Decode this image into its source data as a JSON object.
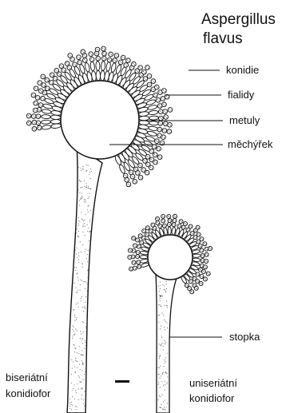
{
  "title": {
    "line1": "Aspergillus",
    "line2": "flavus"
  },
  "labels": {
    "konidie": "konidie",
    "fialidy": "fialidy",
    "metuly": "metuly",
    "mechyrek": "měchýřek",
    "stopka": "stopka"
  },
  "captions": {
    "biserial_line1": "biseriátní",
    "biserial_line2": "konidiofor",
    "uniserial_line1": "uniseriátní",
    "uniserial_line2": "konidiofor"
  },
  "colors": {
    "ink": "#111111",
    "background": "#ffffff",
    "stipe_dots": "#555555"
  }
}
